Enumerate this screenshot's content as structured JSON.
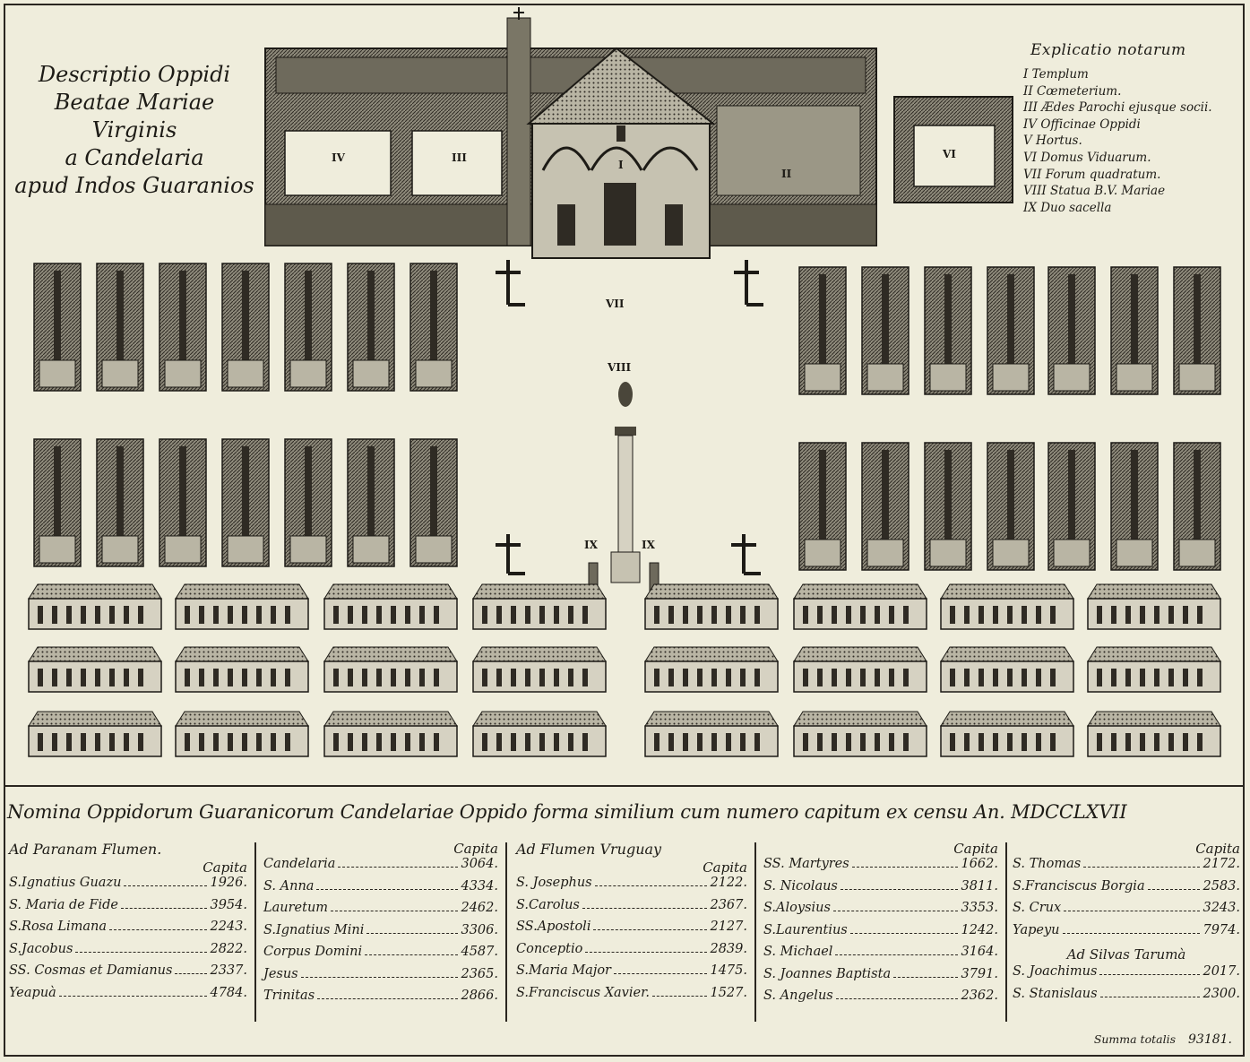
{
  "title_lines": [
    "Descriptio Oppidi",
    "Beatae Mariae Virginis",
    "a Candelaria",
    "apud Indos Guaranios"
  ],
  "legend": {
    "heading": "Explicatio notarum",
    "items": [
      "I Templum",
      "II Cœmeterium.",
      "III Ædes Parochi ejusque socii.",
      "IV Officinae Oppidi",
      "V Hortus.",
      "VI Domus Viduarum.",
      "VII Forum quadratum.",
      "VIII Statua B.V. Mariae",
      "IX Duo sacella"
    ]
  },
  "plan_labels": {
    "templum": "I",
    "coemeterium": "II",
    "aedes": "III",
    "officinae": "IV",
    "viduarum": "VI",
    "forum": "VII",
    "statua": "VIII",
    "sacella": "IX"
  },
  "census": {
    "heading": "Nomina Oppidorum Guaranicorum Candelariae Oppido forma similium cum numero capitum ex censu An. MDCCLXVII",
    "capita_label": "Capita",
    "col1": {
      "heading": "Ad Paranam Flumen.",
      "rows": [
        {
          "name": "S.Ignatius Guazu",
          "value": "1926."
        },
        {
          "name": "S. Maria de Fide",
          "value": "3954."
        },
        {
          "name": "S.Rosa Limana",
          "value": "2243."
        },
        {
          "name": "S.Jacobus",
          "value": "2822."
        },
        {
          "name": "SS. Cosmas et Damianus",
          "value": "2337."
        },
        {
          "name": "Yeapuà",
          "value": "4784."
        }
      ]
    },
    "col2": {
      "rows": [
        {
          "name": "Candelaria",
          "value": "3064."
        },
        {
          "name": "S. Anna",
          "value": "4334."
        },
        {
          "name": "Lauretum",
          "value": "2462."
        },
        {
          "name": "S.Ignatius Mini",
          "value": "3306."
        },
        {
          "name": "Corpus Domini",
          "value": "4587."
        },
        {
          "name": "Jesus",
          "value": "2365."
        },
        {
          "name": "Trinitas",
          "value": "2866."
        }
      ]
    },
    "col3": {
      "heading": "Ad Flumen Vruguay",
      "rows": [
        {
          "name": "S. Josephus",
          "value": "2122."
        },
        {
          "name": "S.Carolus",
          "value": "2367."
        },
        {
          "name": "SS.Apostoli",
          "value": "2127."
        },
        {
          "name": "Conceptio",
          "value": "2839."
        },
        {
          "name": "S.Maria Major",
          "value": "1475."
        },
        {
          "name": "S.Franciscus Xavier.",
          "value": "1527."
        }
      ]
    },
    "col4": {
      "rows": [
        {
          "name": "SS. Martyres",
          "value": "1662."
        },
        {
          "name": "S. Nicolaus",
          "value": "3811."
        },
        {
          "name": "S.Aloysius",
          "value": "3353."
        },
        {
          "name": "S.Laurentius",
          "value": "1242."
        },
        {
          "name": "S. Michael",
          "value": "3164."
        },
        {
          "name": "S. Joannes Baptista",
          "value": "3791."
        },
        {
          "name": "S. Angelus",
          "value": "2362."
        }
      ]
    },
    "col5": {
      "rows": [
        {
          "name": "S. Thomas",
          "value": "2172."
        },
        {
          "name": "S.Franciscus Borgia",
          "value": "2583."
        },
        {
          "name": "S. Crux",
          "value": "3243."
        },
        {
          "name": "Yapeyu",
          "value": "7974."
        }
      ],
      "sub_heading": "Ad Silvas Tarumà",
      "rows2": [
        {
          "name": "S. Joachimus",
          "value": "2017."
        },
        {
          "name": "S. Stanislaus",
          "value": "2300."
        }
      ]
    },
    "total_label": "Summa totalis",
    "total_value": "93181."
  },
  "colors": {
    "ink": "#1d1b16",
    "paper": "#efeddc",
    "hatch": "#3a362e"
  }
}
